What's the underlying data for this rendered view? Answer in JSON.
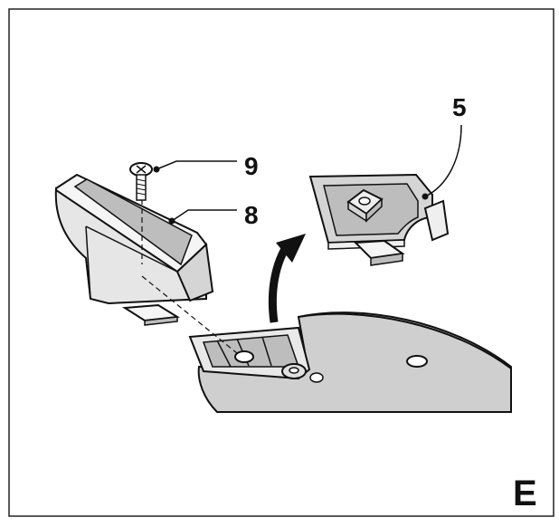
{
  "figure": {
    "callouts": {
      "part5": "5",
      "part8": "8",
      "part9": "9"
    },
    "panel_letter": "E"
  }
}
